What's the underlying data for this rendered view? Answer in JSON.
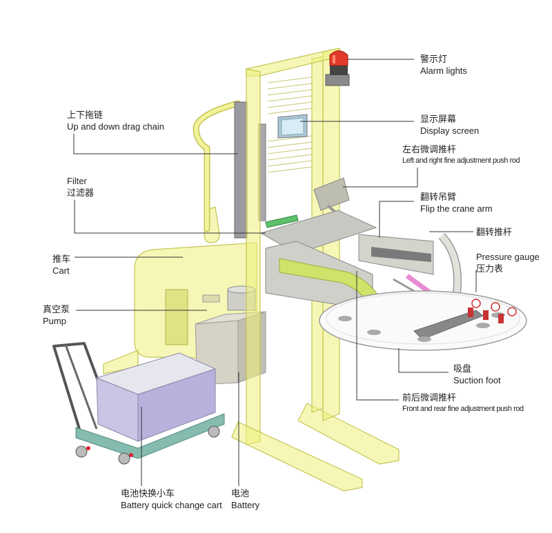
{
  "labels": {
    "alarm": {
      "zh": "警示灯",
      "en": "Alarm lights"
    },
    "display": {
      "zh": "显示屏幕",
      "en": "Display screen"
    },
    "lr_rod": {
      "zh": "左右微调推杆",
      "en": "Left and right fine adjustment push rod"
    },
    "flip_arm": {
      "zh": "翻转吊臂",
      "en": "Flip the crane arm"
    },
    "flip_rod": {
      "zh": "翻转推杆"
    },
    "pressure": {
      "en": "Pressure gauge",
      "zh": "压力表"
    },
    "suction": {
      "zh": "吸盘",
      "en": "Suction foot"
    },
    "fr_rod": {
      "zh": "前后微调推杆",
      "en": "Front and rear fine adjustment push rod"
    },
    "drag_chain": {
      "zh": "上下拖链",
      "en": "Up and down drag chain"
    },
    "filter": {
      "en": "Filter",
      "zh": "过滤器"
    },
    "cart": {
      "zh": "推车",
      "en": "Cart"
    },
    "pump": {
      "zh": "真空泵",
      "en": "Pump"
    },
    "battery_cart": {
      "zh": "电池快换小车",
      "en": "Battery quick change cart"
    },
    "battery": {
      "zh": "电池",
      "en": "Battery"
    }
  },
  "colors": {
    "mast": "#eef07a",
    "mast_stroke": "#c4c454",
    "leader_line": "#333333",
    "text": "#222222"
  }
}
